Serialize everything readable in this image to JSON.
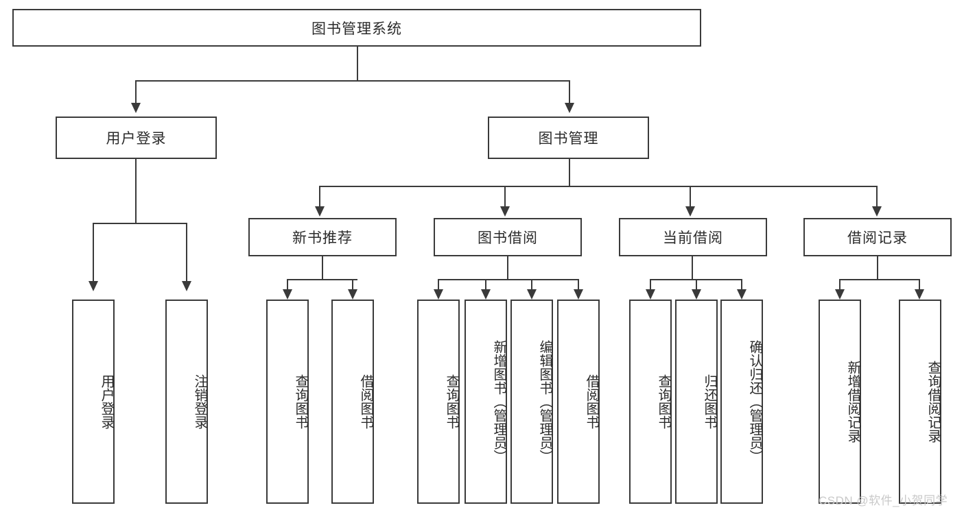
{
  "diagram": {
    "title": "图书管理系统",
    "type": "tree",
    "watermark": "CSDN @软件_小贺同学",
    "colors": {
      "stroke": "#3a3a3a",
      "text": "#2b2b2b",
      "background": "#ffffff",
      "watermark": "#c9c9c9"
    },
    "root": {
      "label": "图书管理系统"
    },
    "level2": [
      {
        "label": "用户登录"
      },
      {
        "label": "图书管理"
      }
    ],
    "level3": [
      {
        "label": "新书推荐"
      },
      {
        "label": "图书借阅"
      },
      {
        "label": "当前借阅"
      },
      {
        "label": "借阅记录"
      }
    ],
    "leaves": {
      "user_login": [
        {
          "label": "用户登录"
        },
        {
          "label": "注销登录"
        }
      ],
      "new_book_recommend": [
        {
          "label": "查询图书"
        },
        {
          "label": "借阅图书"
        }
      ],
      "book_borrow": [
        {
          "label": "查询图书"
        },
        {
          "label": "新增图书（管理员）"
        },
        {
          "label": "编辑图书（管理员）"
        },
        {
          "label": "借阅图书"
        }
      ],
      "current_borrow": [
        {
          "label": "查询图书"
        },
        {
          "label": "归还图书"
        },
        {
          "label": "确认归还（管理员）"
        }
      ],
      "borrow_record": [
        {
          "label": "新增借阅记录"
        },
        {
          "label": "查询借阅记录"
        }
      ]
    }
  }
}
